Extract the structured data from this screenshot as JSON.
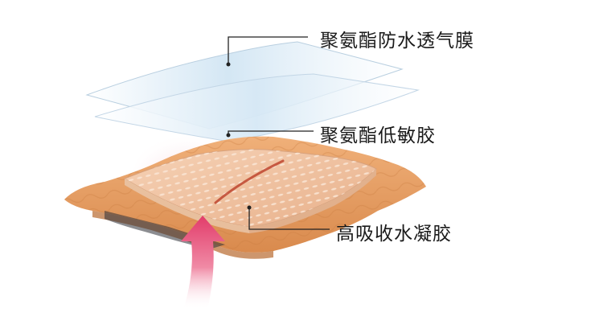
{
  "labels": {
    "top_layer": "聚氨酯防水透气膜",
    "middle_layer": "聚氨酯低敏胶",
    "bottom_layer": "高吸收水凝胶"
  }
}
